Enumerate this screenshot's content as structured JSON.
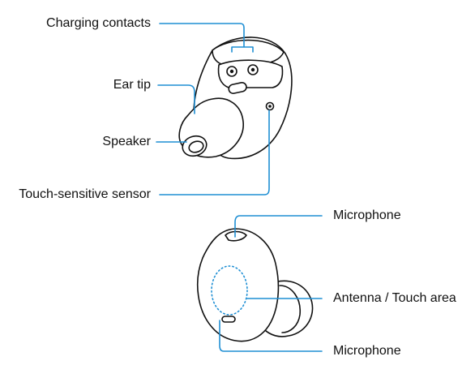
{
  "labels": {
    "charging_contacts": "Charging contacts",
    "ear_tip": "Ear tip",
    "speaker": "Speaker",
    "touch_sensor": "Touch-sensitive sensor",
    "microphone_top": "Microphone",
    "antenna_touch_area": "Antenna / Touch area",
    "microphone_bottom": "Microphone"
  },
  "colors": {
    "callout": "#1f8fd4",
    "outline": "#111111",
    "fill": "#ffffff"
  }
}
